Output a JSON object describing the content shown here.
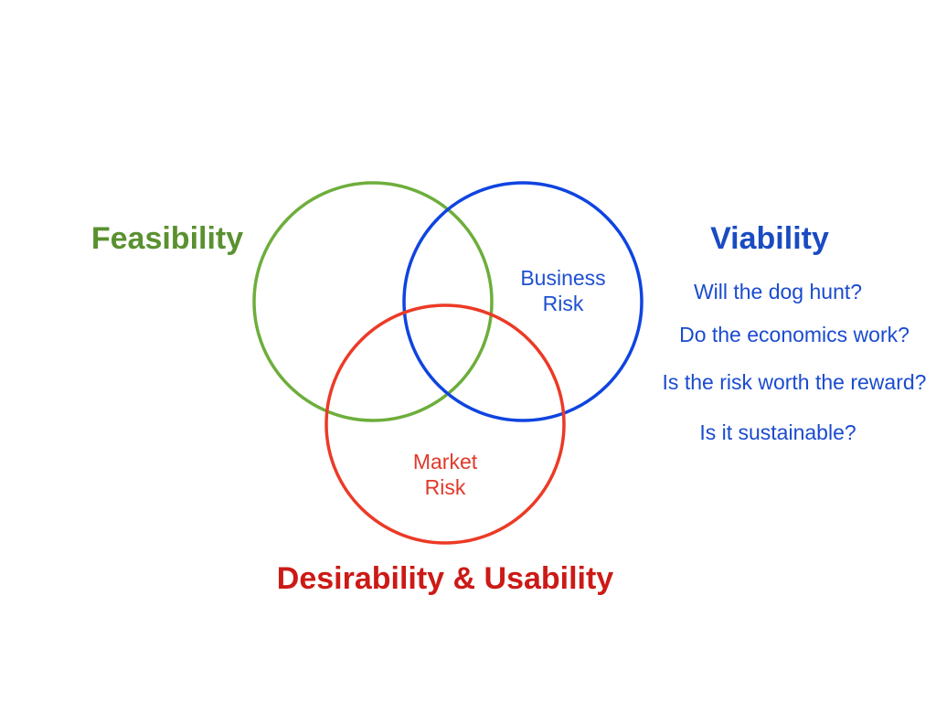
{
  "headings": {
    "feasibility": "Feasibility",
    "viability": "Viability",
    "desirability": "Desirability & Usability"
  },
  "regions": {
    "business_risk": {
      "lines": [
        "Business",
        "Risk"
      ]
    },
    "market_risk": {
      "lines": [
        "Market",
        "Risk"
      ]
    }
  },
  "viability_questions": [
    "Will the dog hunt?",
    "Do the economics work?",
    "Is the risk worth the reward?",
    "Is it sustainable?"
  ],
  "colors": {
    "feasibility_circle": "#6dae3b",
    "viability_circle": "#0f44e0",
    "desirability_circle": "#ec3a26",
    "feasibility_text": "#5a9130",
    "viability_text": "#1a4bc2",
    "desirability_text": "#cc1a16",
    "business_risk_text": "#1d4fd0",
    "market_risk_text": "#e0392a",
    "question_text": "#1a4bd0"
  }
}
